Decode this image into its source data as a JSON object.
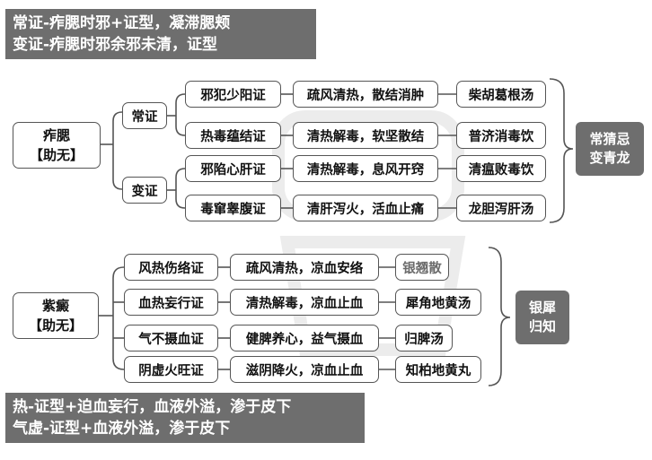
{
  "top_notes": {
    "line1": "常证-痄腮时邪+证型，凝滞腮颊",
    "line2": "变证-痄腮时邪余邪未清，证型"
  },
  "zhasai": {
    "name": "痄腮",
    "assistant": "【助无】",
    "normal_label": "常证",
    "variant_label": "变证",
    "rows": [
      {
        "syndrome": "邪犯少阳证",
        "method": "疏风清热，散结消肿",
        "formula": "柴胡葛根汤"
      },
      {
        "syndrome": "热毒蕴结证",
        "method": "清热解毒，软坚散结",
        "formula": "普济消毒饮"
      },
      {
        "syndrome": "邪陷心肝证",
        "method": "清热解毒，息风开窍",
        "formula": "清瘟败毒饮"
      },
      {
        "syndrome": "毒窜睾腹证",
        "method": "清肝泻火，活血止痛",
        "formula": "龙胆泻肝汤"
      }
    ],
    "mnemonic_line1": "常猜忌",
    "mnemonic_line2": "变青龙"
  },
  "zidian": {
    "name": "紫癜",
    "assistant": "【助无】",
    "rows": [
      {
        "syndrome": "风热伤络证",
        "method": "疏风清热，凉血安络",
        "formula": "银翘散"
      },
      {
        "syndrome": "血热妄行证",
        "method": "清热解毒，凉血止血",
        "formula": "犀角地黄汤"
      },
      {
        "syndrome": "气不摄血证",
        "method": "健脾养心，益气摄血",
        "formula": "归脾汤"
      },
      {
        "syndrome": "阴虚火旺证",
        "method": "滋阴降火，凉血止血",
        "formula": "知柏地黄丸"
      }
    ],
    "mnemonic_line1": "银犀",
    "mnemonic_line2": "归知"
  },
  "bottom_notes": {
    "line1": "热-证型+迫血妄行，血液外溢，渗于皮下",
    "line2": "气虚-证型+血液外溢，渗于皮下"
  }
}
